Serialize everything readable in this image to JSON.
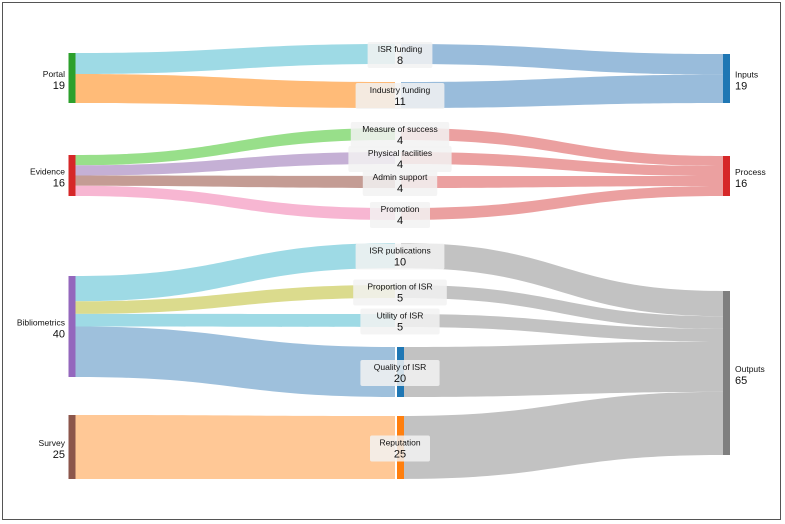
{
  "chart_data": {
    "type": "sankey",
    "colors": {
      "flow_right": "#c2c2c2",
      "to_inputs": "#99bcdb",
      "to_process": "#eba0a0",
      "label_box": "#f2f2f2"
    },
    "nodes": {
      "left": [
        {
          "id": "portal",
          "label": "Portal",
          "value": "19",
          "color": "#2ca02c"
        },
        {
          "id": "evidence",
          "label": "Evidence",
          "value": "16",
          "color": "#d62728"
        },
        {
          "id": "bibliometrics",
          "label": "Bibliometrics",
          "value": "40",
          "color": "#9467bd"
        },
        {
          "id": "survey",
          "label": "Survey",
          "value": "25",
          "color": "#8c564b"
        }
      ],
      "middle": [
        {
          "id": "isr_funding",
          "label": "ISR funding",
          "value": "8",
          "color": "#9edae5"
        },
        {
          "id": "industry_funding",
          "label": "Industry funding",
          "value": "11",
          "color": "#ffbb78"
        },
        {
          "id": "measure_success",
          "label": "Measure of success",
          "value": "4",
          "color": "#98df8a"
        },
        {
          "id": "physical_facilities",
          "label": "Physical facilities",
          "value": "4",
          "color": "#c5b0d5"
        },
        {
          "id": "admin_support",
          "label": "Admin support",
          "value": "4",
          "color": "#c49c94"
        },
        {
          "id": "promotion",
          "label": "Promotion",
          "value": "4",
          "color": "#f7b6d2"
        },
        {
          "id": "isr_publications",
          "label": "ISR publications",
          "value": "10",
          "color": "#9edae5"
        },
        {
          "id": "proportion_isr",
          "label": "Proportion of ISR",
          "value": "5",
          "color": "#dbdb8d"
        },
        {
          "id": "utility_isr",
          "label": "Utility of ISR",
          "value": "5",
          "color": "#9edae5"
        },
        {
          "id": "quality_isr",
          "label": "Quality of ISR",
          "value": "20",
          "color": "#1f77b4"
        },
        {
          "id": "reputation",
          "label": "Reputation",
          "value": "25",
          "color": "#ff7f0e"
        }
      ],
      "right": [
        {
          "id": "inputs",
          "label": "Inputs",
          "value": "19",
          "color": "#1f77b4"
        },
        {
          "id": "process",
          "label": "Process",
          "value": "16",
          "color": "#d62728"
        },
        {
          "id": "outputs",
          "label": "Outputs",
          "value": "65",
          "color": "#7f7f7f"
        }
      ]
    },
    "links": [
      {
        "source": "portal",
        "target": "isr_funding",
        "value": 8,
        "color": "#9edae5"
      },
      {
        "source": "portal",
        "target": "industry_funding",
        "value": 11,
        "color": "#ffbb78"
      },
      {
        "source": "evidence",
        "target": "measure_success",
        "value": 4,
        "color": "#98df8a"
      },
      {
        "source": "evidence",
        "target": "physical_facilities",
        "value": 4,
        "color": "#c5b0d5"
      },
      {
        "source": "evidence",
        "target": "admin_support",
        "value": 4,
        "color": "#c49c94"
      },
      {
        "source": "evidence",
        "target": "promotion",
        "value": 4,
        "color": "#f7b6d2"
      },
      {
        "source": "bibliometrics",
        "target": "isr_publications",
        "value": 10,
        "color": "#9edae5"
      },
      {
        "source": "bibliometrics",
        "target": "proportion_isr",
        "value": 5,
        "color": "#dbdb8d"
      },
      {
        "source": "bibliometrics",
        "target": "utility_isr",
        "value": 5,
        "color": "#9edae5"
      },
      {
        "source": "bibliometrics",
        "target": "quality_isr",
        "value": 20,
        "color": "#9ec0dc"
      },
      {
        "source": "survey",
        "target": "reputation",
        "value": 25,
        "color": "#ffc896"
      },
      {
        "source": "isr_funding",
        "target": "inputs",
        "value": 8,
        "color": "#99bcdb"
      },
      {
        "source": "industry_funding",
        "target": "inputs",
        "value": 11,
        "color": "#99bcdb"
      },
      {
        "source": "measure_success",
        "target": "process",
        "value": 4,
        "color": "#eba0a0"
      },
      {
        "source": "physical_facilities",
        "target": "process",
        "value": 4,
        "color": "#eba0a0"
      },
      {
        "source": "admin_support",
        "target": "process",
        "value": 4,
        "color": "#eba0a0"
      },
      {
        "source": "promotion",
        "target": "process",
        "value": 4,
        "color": "#eba0a0"
      },
      {
        "source": "isr_publications",
        "target": "outputs",
        "value": 10,
        "color": "#c2c2c2"
      },
      {
        "source": "proportion_isr",
        "target": "outputs",
        "value": 5,
        "color": "#c2c2c2"
      },
      {
        "source": "utility_isr",
        "target": "outputs",
        "value": 5,
        "color": "#c2c2c2"
      },
      {
        "source": "quality_isr",
        "target": "outputs",
        "value": 20,
        "color": "#c2c2c2"
      },
      {
        "source": "reputation",
        "target": "outputs",
        "value": 25,
        "color": "#c2c2c2"
      }
    ]
  }
}
